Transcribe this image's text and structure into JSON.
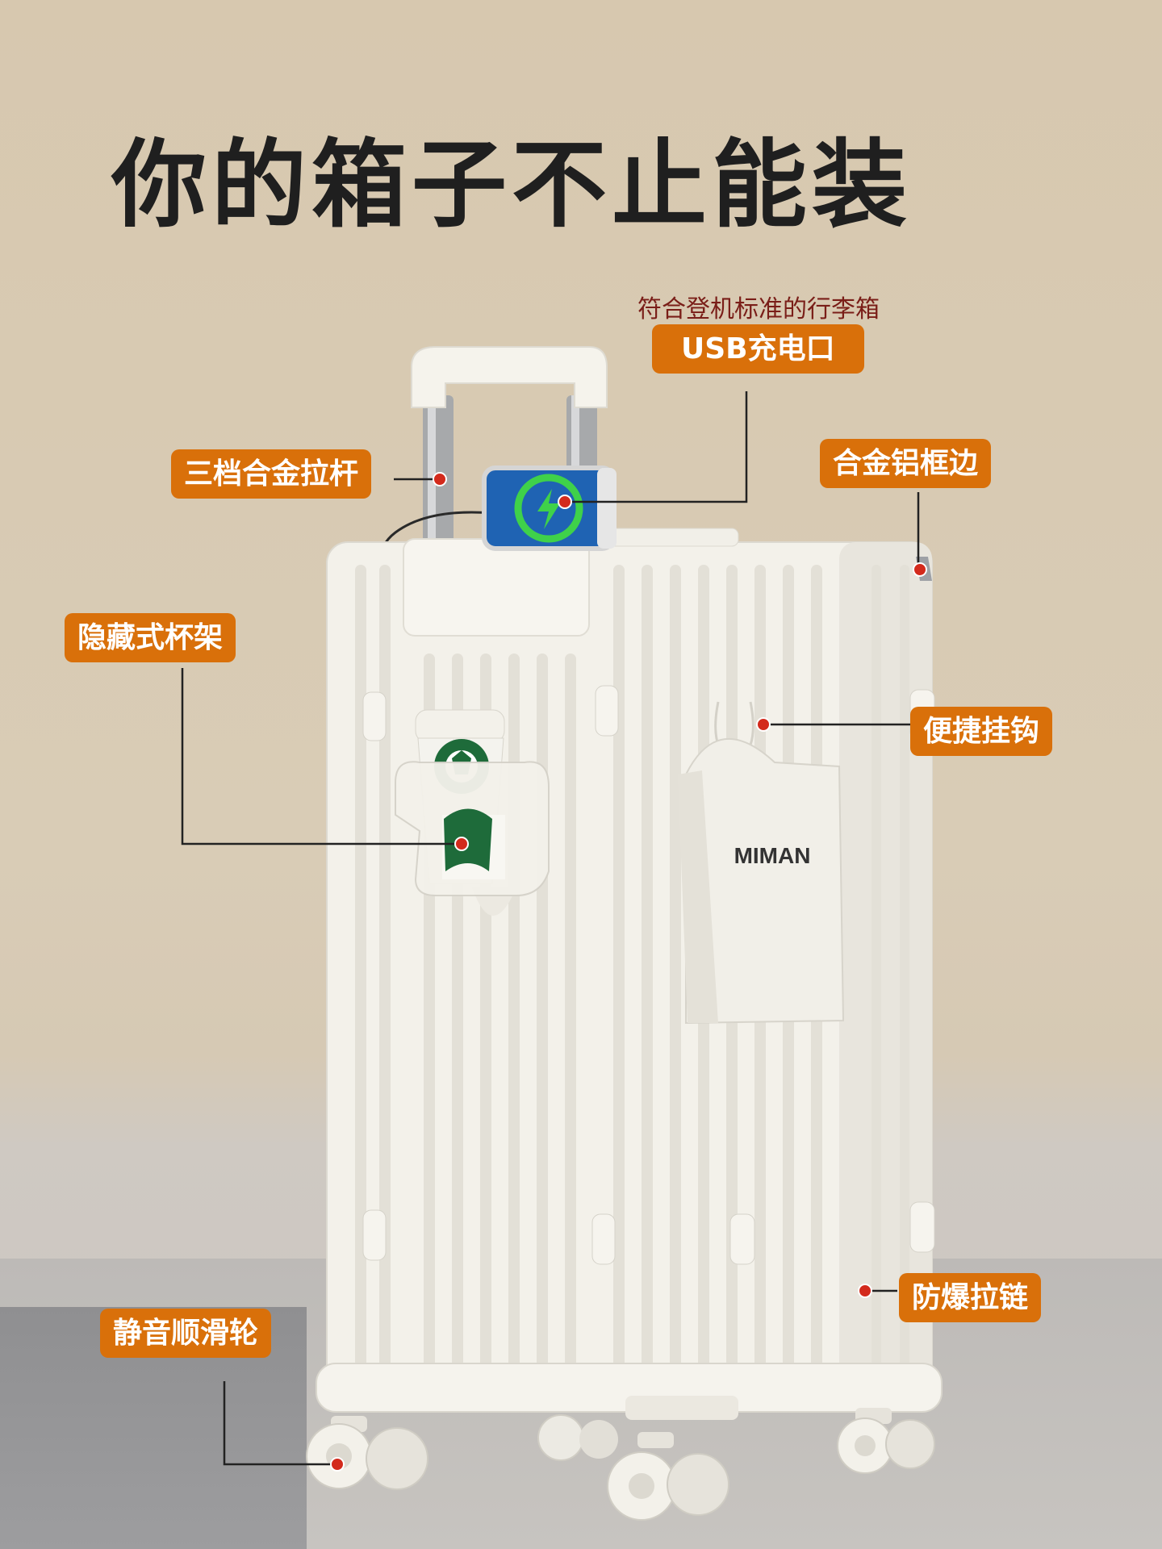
{
  "headline": "你的箱子不止能装",
  "subtitle": "符合登机标准的行李箱",
  "bag_brand": "MIMAN",
  "callouts": {
    "usb": "USB充电口",
    "handle": "三档合金拉杆",
    "frame": "合金铝框边",
    "cup_holder": "隐藏式杯架",
    "hook": "便捷挂钩",
    "zipper": "防爆拉链",
    "wheels": "静音顺滑轮"
  },
  "colors": {
    "accent": "#d9700a",
    "headline": "#1f1f1f",
    "subtitle": "#7a1e18",
    "marker": "#d32a1c",
    "suitcase": "#f3f1ea"
  },
  "icons": [
    "charging-bolt-icon",
    "starbucks-logo"
  ]
}
